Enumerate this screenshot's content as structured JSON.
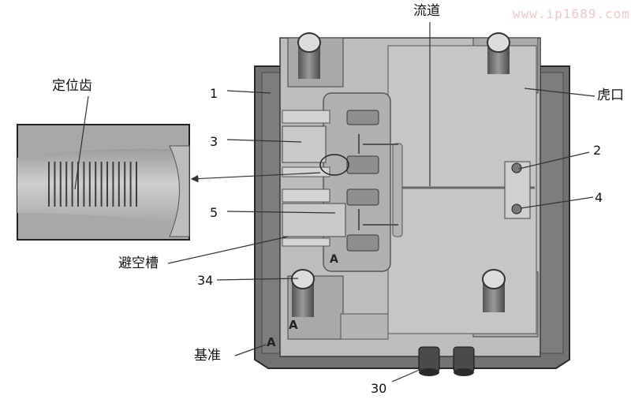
{
  "watermark": "www.ip1689.com",
  "labels": {
    "dingweichi": "定位齿",
    "liudao": "流道",
    "hukou": "虎口",
    "bikongcao": "避空槽",
    "jizhun": "基准",
    "n1": "1",
    "n2": "2",
    "n3": "3",
    "n4": "4",
    "n5": "5",
    "n30": "30",
    "n34": "34"
  },
  "marks": {
    "a1": "A",
    "a2": "A",
    "a3": "A"
  },
  "colors": {
    "base_plate": "#6f6f6f",
    "base_edge": "#2e2e2e",
    "block": "#b9b9b9",
    "block_light": "#cfcfcf",
    "groove": "#8a8a8a",
    "leader": "#333333"
  }
}
